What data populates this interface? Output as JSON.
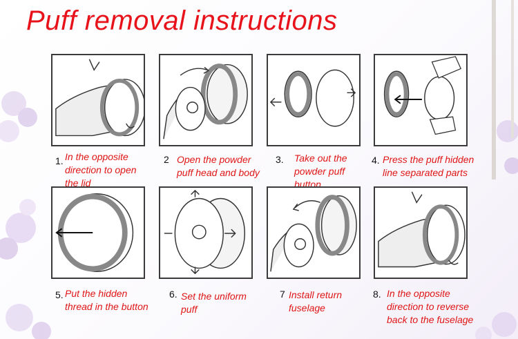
{
  "title": "Puff removal instructions",
  "colors": {
    "title": "#e8121b",
    "caption": "#e01515",
    "border": "#3a3a3a"
  },
  "steps": [
    {
      "number": "1.",
      "text": "In the opposite\ndirection to open\nthe lid"
    },
    {
      "number": "2",
      "text": "Open the powder\npuff head and body"
    },
    {
      "number": "3.",
      "text": "Take out the\npowder puff\n button"
    },
    {
      "number": "4.",
      "text": "Press the puff hidden\nline separated parts"
    },
    {
      "number": "5.",
      "text": "Put the hidden\nthread in the button"
    },
    {
      "number": "6.",
      "text": "Set the uniform\npuff"
    },
    {
      "number": "7",
      "text": "Install return\nfuselage"
    },
    {
      "number": "8.",
      "text": "In the opposite\ndirection to reverse\nback to the fuselage"
    }
  ]
}
